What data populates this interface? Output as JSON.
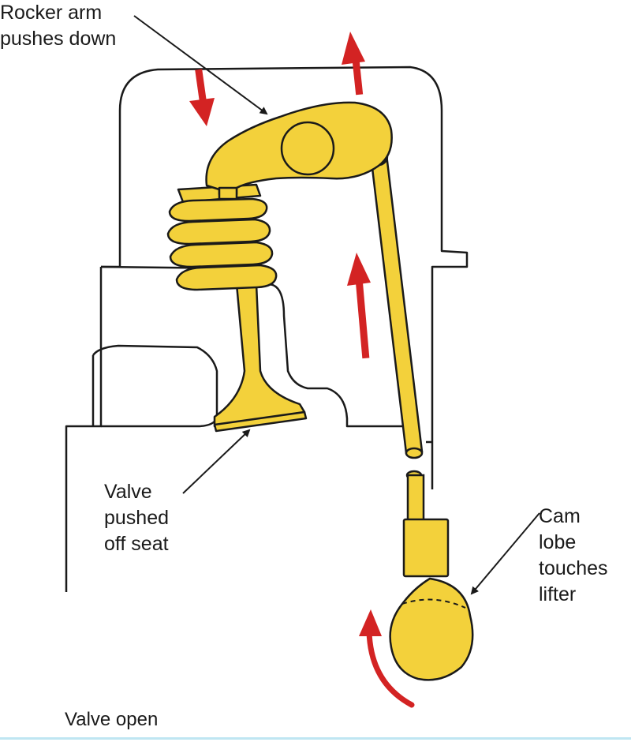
{
  "labels": {
    "rocker": [
      "Rocker arm",
      "pushes down"
    ],
    "valve": [
      "Valve",
      "pushed",
      "off seat"
    ],
    "cam": [
      "Cam",
      "lobe",
      "touches",
      "lifter"
    ]
  },
  "caption": "Valve open",
  "colors": {
    "part_fill": "#f3d13b",
    "outline": "#1a1a1a",
    "arrow": "#d32323",
    "accent_line": "#bfe6f2"
  }
}
